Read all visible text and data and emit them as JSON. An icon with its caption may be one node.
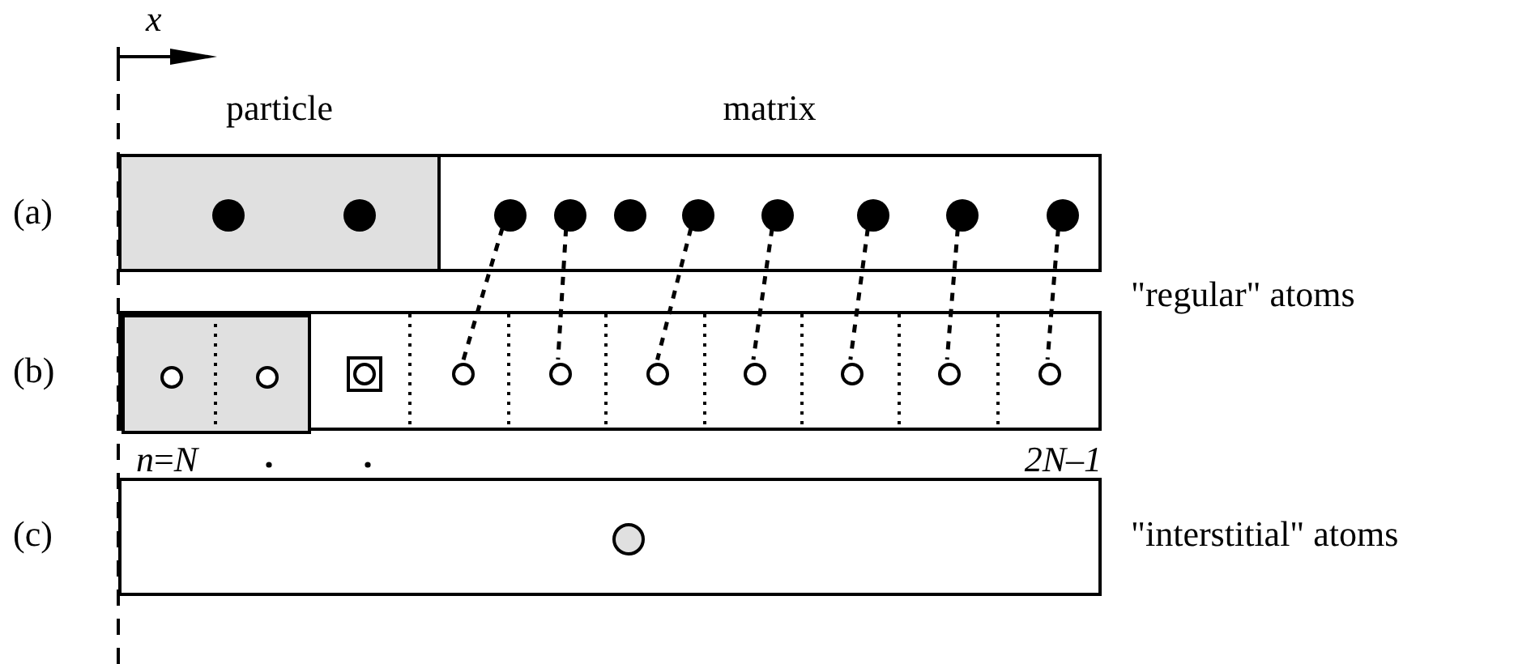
{
  "diagram": {
    "nodes": [
      {
        "text": [
          "particle"
        ]
      },
      {
        "text": [
          "matrix"
        ]
      },
      {
        "text": [],
        "shape": "circle",
        "in": 0
      },
      {
        "text": [],
        "shape": "circle",
        "in": 0
      },
      {
        "text": [],
        "shape": "circle",
        "in": 1
      },
      {
        "text": [],
        "shape": "circle",
        "in": 1
      },
      {
        "text": [],
        "shape": "circle",
        "in": 1
      },
      {
        "text": [],
        "shape": "circle",
        "in": 1
      },
      {
        "text": [],
        "shape": "circle",
        "in": 1
      },
      {
        "text": [],
        "shape": "circle",
        "in": 1
      },
      {
        "text": [],
        "shape": "circle",
        "in": 1
      },
      {
        "text": [],
        "shape": "circle",
        "in": 1
      },
      {
        "text": [],
        "shape": "box"
      },
      {
        "text": [],
        "shape": "box",
        "in": 12
      },
      {
        "text": [],
        "shape": "circle",
        "in": 13
      },
      {
        "text": [],
        "shape": "circle",
        "in": 13
      },
      {
        "text": [],
        "shape": "box",
        "in": 12
      },
      {
        "text": [],
        "shape": "circle",
        "in": 12
      },
      {
        "text": [],
        "shape": "circle",
        "in": 12
      },
      {
        "text": [],
        "shape": "circle",
        "in": 12
      },
      {
        "text": [],
        "shape": "circle",
        "in": 12
      },
      {
        "text": [],
        "shape": "circle",
        "in": 12
      },
      {
        "text": [],
        "shape": "circle",
        "in": 12
      },
      {
        "text": [],
        "shape": "circle",
        "in": 12
      },
      {
        "text": [],
        "shape": "box"
      },
      {
        "text": [],
        "shape": "circle",
        "in": 24
      }
    ],
    "edges": [
      {
        "from": 4,
        "to": 17,
        "arrow": "none",
        "style": "dashed"
      },
      {
        "from": 5,
        "to": 18,
        "arrow": "none",
        "style": "dashed"
      },
      {
        "from": 7,
        "to": 19,
        "arrow": "none",
        "style": "dashed"
      },
      {
        "from": 8,
        "to": 20,
        "arrow": "none",
        "style": "dashed"
      },
      {
        "from": 9,
        "to": 21,
        "arrow": "none",
        "style": "dashed"
      },
      {
        "from": 10,
        "to": 22,
        "arrow": "none",
        "style": "dashed"
      },
      {
        "from": 11,
        "to": 23,
        "arrow": "none",
        "style": "dashed"
      }
    ],
    "labels": [
      "*x*",
      "(a)",
      "\"regular\" atoms",
      "(b)",
      "*n*=*N*",
      "2N–1",
      "(c)",
      "\"interstitial\" atoms"
    ]
  }
}
